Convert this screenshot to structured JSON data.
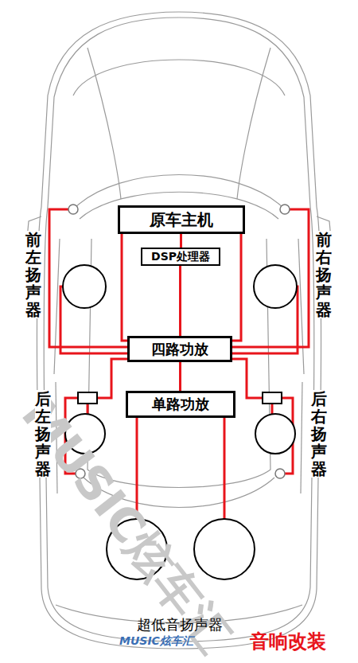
{
  "diagram": {
    "nodes": [
      {
        "text": [
          "原车主机"
        ]
      },
      {
        "text": [
          "DSP处理器"
        ]
      },
      {
        "text": [
          "四路功放"
        ]
      },
      {
        "text": [
          "单路功放"
        ]
      }
    ],
    "edges": [
      {
        "from": 0,
        "to": 1,
        "arrow": "none"
      },
      {
        "from": 1,
        "to": 2,
        "arrow": "none"
      },
      {
        "from": 2,
        "to": 3,
        "arrow": "none"
      },
      {
        "from": 0,
        "to": 2,
        "arrow": "none"
      },
      {
        "from": 0,
        "to": 2,
        "arrow": "none"
      }
    ],
    "labels": [
      "前左扬声器",
      "前右扬声器",
      "后左扬声器",
      "后右扬声器",
      "超低音扬声器",
      "MUSIC炫车汇",
      "MUSIC炫车汇",
      "音响改装"
    ]
  }
}
